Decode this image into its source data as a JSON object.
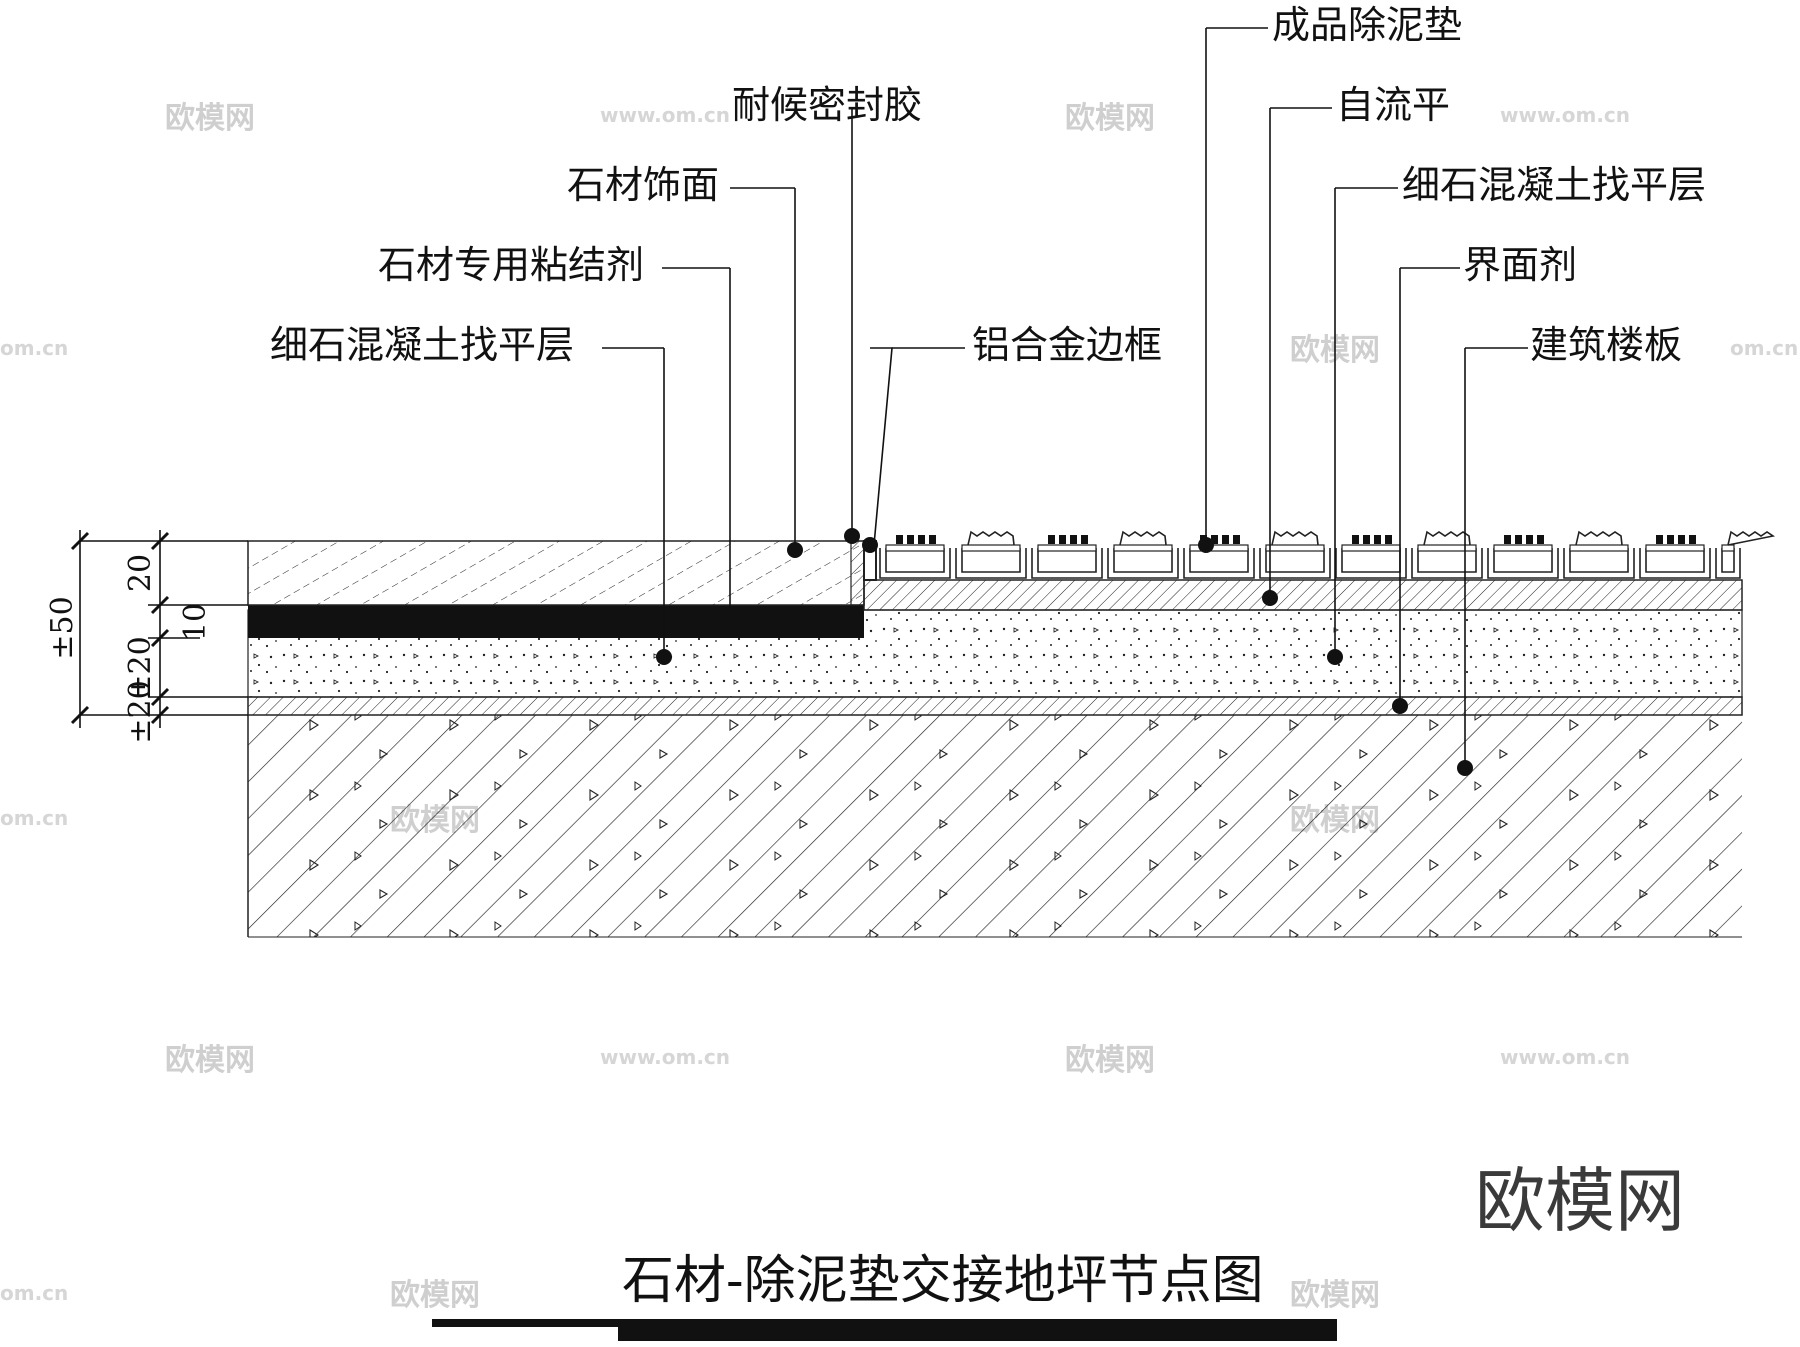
{
  "title": "石材-除泥垫交接地坪节点图",
  "labels_left": [
    "耐候密封胶",
    "石材饰面",
    "石材专用粘结剂",
    "细石混凝土找平层"
  ],
  "labels_right": [
    "成品除泥垫",
    "自流平",
    "细石混凝土找平层",
    "界面剂",
    "建筑楼板"
  ],
  "label_frame": "铝合金边框",
  "dimensions": {
    "total": "±50",
    "stone": "20",
    "adhesive": "10",
    "screed": "±20",
    "interface": "±20"
  },
  "brand": "欧模网",
  "watermark": {
    "logo": "欧模网",
    "url": "www.om.cn",
    "url_short": "om.cn"
  }
}
